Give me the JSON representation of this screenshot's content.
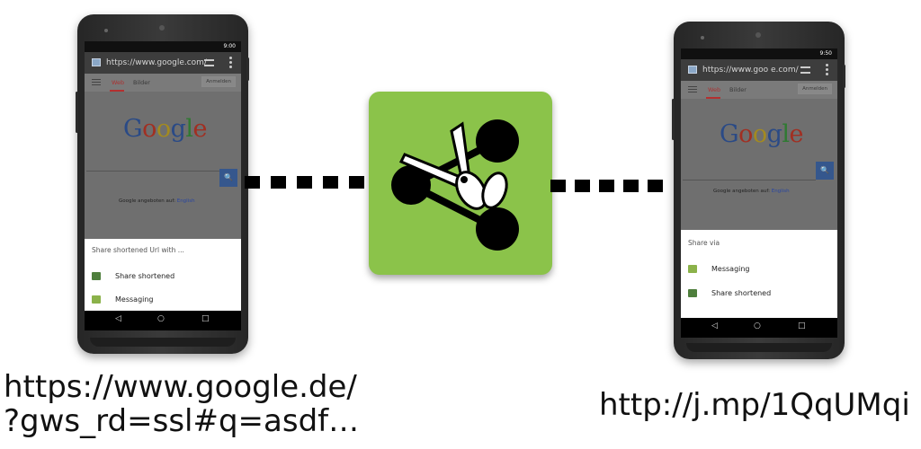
{
  "left_phone": {
    "status_time": "9:00",
    "url": "https://www.google.com/",
    "tabs": [
      "Web",
      "Bilder"
    ],
    "signin": "Anmelden",
    "logo_letters": [
      "G",
      "o",
      "o",
      "g",
      "l",
      "e"
    ],
    "search_button": "🔍",
    "offered_in": "Google angeboten auf:",
    "offered_lang": "English",
    "sheet": {
      "title": "Share shortened Url with ...",
      "items": [
        {
          "label": "Share shortened",
          "icon": "url-shortener-icon"
        },
        {
          "label": "Messaging",
          "icon": "messaging-icon"
        }
      ]
    }
  },
  "right_phone": {
    "status_time": "9:50",
    "url": "https://www.goo e.com/",
    "tabs": [
      "Web",
      "Bilder"
    ],
    "signin": "Anmelden",
    "logo_letters": [
      "G",
      "o",
      "o",
      "g",
      "l",
      "e"
    ],
    "search_button": "🔍",
    "offered_in": "Google angeboten auf:",
    "offered_lang": "English",
    "sheet": {
      "title": "Share via",
      "items": [
        {
          "label": "Messaging",
          "icon": "messaging-icon"
        },
        {
          "label": "Share shortened",
          "icon": "url-shortener-icon"
        }
      ]
    }
  },
  "softkeys": {
    "back": "◁",
    "home": "○",
    "recents": "□"
  },
  "captions": {
    "left_line1": "https://www.google.de/",
    "left_line2": "?gws_rd=ssl#q=asdf…",
    "right": "http://j.mp/1QqUMqi"
  },
  "colors": {
    "app_green": "#8bc34a",
    "sheet_bg": "#ffffff",
    "screen_dim": "#6f6f6f"
  }
}
